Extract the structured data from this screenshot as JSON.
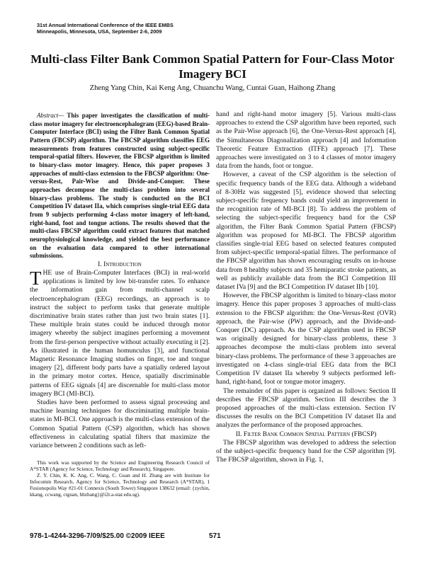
{
  "header": {
    "conference_line1": "31st Annual International Conference of the IEEE EMBS",
    "conference_line2": "Minneapolis, Minnesota, USA, September 2-6, 2009"
  },
  "title": "Multi-class Filter Bank Common Spatial Pattern for Four-Class Motor Imagery BCI",
  "authors": "Zheng Yang Chin, Kai Keng Ang, Chuanchu Wang, Cuntai Guan, Haihong Zhang",
  "abstract": {
    "label": "Abstract—",
    "text": " This paper investigates the classification of multi-class motor imagery for electroencephalogram (EEG)-based Brain-Computer Interface (BCI) using the Filter Bank Common Spatial Pattern (FBCSP) algorithm. The FBCSP algorithm classifies EEG measurements from features constructed using subject-specific temporal-spatial filters. However, the FBCSP algorithm is limited to binary-class motor imagery. Hence, this paper proposes 3 approaches of multi-class extension to the FBCSP algorithm: One-versus-Rest, Pair-Wise and Divide-and-Conquer. These approaches decompose the multi-class problem into several binary-class problems. The study is conducted on the BCI Competition IV dataset IIa, which comprises single-trial EEG data from 9 subjects performing 4-class motor imagery of left-hand, right-hand, foot and tongue actions. The results showed that the multi-class FBCSP algorithm could extract features that matched neurophysiological knowledge, and yielded the best performance on the evaluation data compared to other international submissions."
  },
  "section1": {
    "heading": "I. Introduction",
    "drop_cap": "T",
    "paragraphs": [
      "HE use of Brain-Computer Interfaces (BCI) in real-world applications is limited by low bit-transfer rates. To enhance the information gain from multi-channel scalp electroencephalogram (EEG) recordings, an approach is to instruct the subject to perform tasks that generate multiple discriminative brain states rather than just two brain states [1]. These multiple brain states could be induced through motor imagery whereby the subject imagines performing a movement from the first-person perspective without actually executing it [2]. As illustrated in the human homunculus [3], and functional Magnetic Resonance Imaging studies on finger, toe and tongue imagery [2], different body parts have a spatially ordered layout in the primary motor cortex. Hence, spatially discriminable patterns of EEG signals [4] are discernable for multi-class motor imagery BCI (MI-BCI).",
      "Studies have been performed to assess signal processing and machine learning techniques for discriminating multiple brain-states in MI-BCI. One approach is the multi-class extension of the Common Spatial Pattern (CSP) algorithm, which has shown effectiveness in calculating spatial filters that maximize the variance between 2 conditions such as left-"
    ],
    "right_paragraphs": [
      "hand and right-hand motor imagery [5]. Various multi-class approaches to extend the CSP algorithm have been reported, such as the Pair-Wise approach [6], the One-Versus-Rest approach [4], the Simultaneous Diagonalization approach [4] and Information Theoretic Feature Extraction (ITFE) approach [7]. These approaches were investigated on 3 to 4 classes of motor imagery data from the hands, foot or tongue.",
      "However, a caveat of the CSP algorithm is the selection of specific frequency bands of the EEG data. Although a wideband of 8-30Hz was suggested [5], evidence showed that selecting subject-specific frequency bands could yield an improvement in the recognition rate of MI-BCI [8]. To address the problem of selecting the subject-specific frequency band for the CSP algorithm, the Filter Bank Common Spatial Pattern (FBCSP) algorithm was proposed for MI-BCI. The FBCSP algorithm classifies single-trial EEG based on selected features computed from subject-specific temporal-spatial filters. The performance of the FBCSP algorithm has shown encouraging results on in-house data from 8 healthy subjects and 35 hemiparatic stroke patients, as well as publicly available data from the BCI Competition III dataset IVa [9] and the BCI Competition IV dataset IIb [10].",
      "However, the FBCSP algorithm is limited to binary-class motor imagery. Hence this paper proposes 3 approaches of multi-class extension to the FBCSP algorithm: the One-Versus-Rest (OVR) approach, the Pair-wise (PW) approach, and the Divide-and-Conquer (DC) approach. As the CSP algorithm used in FBCSP was originally designed for binary-class problems, these 3 approaches decompose the multi-class problem into several binary-class problems. The performance of these 3 approaches are investigated on 4-class single-trial EEG data from the BCI Competition IV dataset IIa whereby 9 subjects performed left-hand, right-hand, foot or tongue motor imagery.",
      "The remainder of this paper is organized as follows: Section II describes the FBCSP algorithm. Section III describes the 3 proposed approaches of the multi-class extension. Section IV discusses the results on the BCI Competition IV dataset IIa and analyzes the performance of the proposed approaches."
    ]
  },
  "section2": {
    "heading": "II. Filter Bank Common Spatial Pattern (FBCSP)",
    "paragraphs": [
      "The FBCSP algorithm was developed to address the selection of the subject-specific frequency band for the CSP algorithm [9]. The FBCSP algorithm, shown in Fig. 1,"
    ]
  },
  "footnotes": [
    "This work was supported by the Science and Engineering Research Council of A*STAR (Agency for Science, Technology and Research), Singapore.",
    "Z. Y. Chin, K. K. Ang, C. Wang, C. Guan and H. Zhang are with Institute for Infocomm Research, Agency for Science, Technology and Research (A*STAR), 1 Fusionopolis Way #21-01 Connexis (South Tower) Singapore 138632 (email: {zychin, kkang, ccwang, ctguan, hhzhang}@i2r.a-star.edu.sg)."
  ],
  "footer": {
    "isbn": "978-1-4244-3296-7/09/$25.00 ©2009 IEEE",
    "page_number": "571"
  }
}
